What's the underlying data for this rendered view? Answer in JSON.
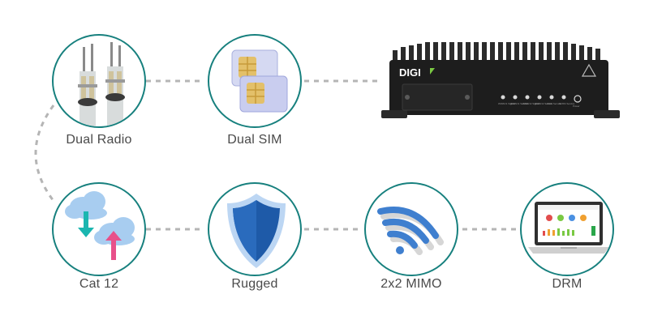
{
  "features": [
    {
      "id": "dual-radio",
      "label": "Dual Radio",
      "icon": "cell-tower-icon"
    },
    {
      "id": "dual-sim",
      "label": "Dual SIM",
      "icon": "sim-card-icon"
    },
    {
      "id": "cat-12",
      "label": "Cat 12",
      "icon": "cloud-up-down-icon"
    },
    {
      "id": "rugged",
      "label": "Rugged",
      "icon": "shield-icon"
    },
    {
      "id": "mimo",
      "label": "2x2 MIMO",
      "icon": "wifi-signal-icon"
    },
    {
      "id": "drm",
      "label": "DRM",
      "icon": "laptop-dashboard-icon"
    }
  ],
  "router": {
    "brand": "DIGI",
    "icon": "router-device-icon",
    "led_labels": [
      "WWAN1 Signal",
      "WWAN1 Service",
      "WWAN2 Signal",
      "WWAN2 Service",
      "Wi-Fi Service",
      "GNSS Service",
      "Power"
    ]
  },
  "colors": {
    "ring": "#17807e",
    "connector": "#b5b5b5",
    "shield": "#1e5aa8",
    "cloud": "#a8cdf0",
    "arrow_down": "#1bb6b0",
    "arrow_up": "#e8508a",
    "sim": "#e3c06a",
    "router_body": "#1d1d1d"
  }
}
